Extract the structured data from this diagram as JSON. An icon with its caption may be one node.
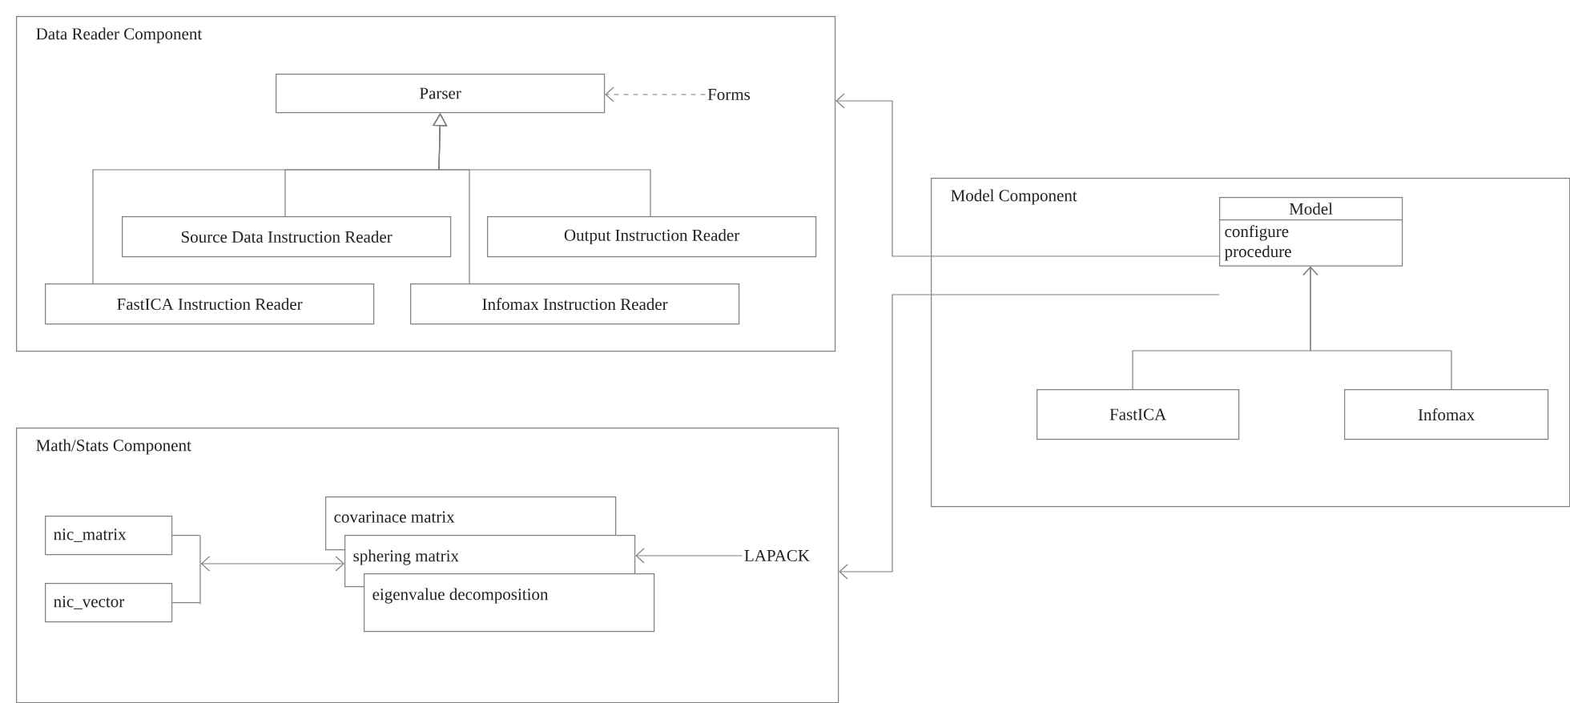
{
  "diagram": {
    "nodes": [
      {
        "text": [
          "Data Reader Component"
        ]
      },
      {
        "text": [
          "Parser"
        ],
        "in": 0
      },
      {
        "text": [
          "Forms"
        ],
        "in": 0
      },
      {
        "text": [
          "Source Data Instruction Reader"
        ],
        "in": 0
      },
      {
        "text": [
          "Output Instruction Reader"
        ],
        "in": 0
      },
      {
        "text": [
          "FastICA Instruction Reader"
        ],
        "in": 0
      },
      {
        "text": [
          "Infomax Instruction Reader"
        ],
        "in": 0
      },
      {
        "text": [
          "Model Component"
        ]
      },
      {
        "text": [
          "Model",
          "configure",
          "procedure"
        ],
        "in": 7
      },
      {
        "text": [
          "FastICA"
        ],
        "in": 7
      },
      {
        "text": [
          "Infomax"
        ],
        "in": 7
      },
      {
        "text": [
          "Math/Stats Component"
        ]
      },
      {
        "text": [
          "nic_matrix"
        ],
        "in": 11
      },
      {
        "text": [
          "nic_vector"
        ],
        "in": 11
      },
      {
        "text": [
          "covarinace matrix"
        ],
        "in": 11
      },
      {
        "text": [
          "sphering matrix"
        ],
        "in": 11
      },
      {
        "text": [
          "eigenvalue decomposition"
        ],
        "in": 11
      },
      {
        "text": [
          "LAPACK"
        ],
        "in": 11
      },
      {
        "text": [],
        "shape": "bar",
        "in": 11
      }
    ],
    "edges": [
      {
        "from": 2,
        "to": 1,
        "arrow": "to",
        "style": "dashed"
      },
      {
        "from": 3,
        "to": 1,
        "arrow": "to"
      },
      {
        "from": 4,
        "to": 1,
        "arrow": "to"
      },
      {
        "from": 5,
        "to": 1,
        "arrow": "to"
      },
      {
        "from": 6,
        "to": 1,
        "arrow": "to"
      },
      {
        "from": 9,
        "to": 8,
        "arrow": "to"
      },
      {
        "from": 10,
        "to": 8,
        "arrow": "to"
      },
      {
        "from": 8,
        "to": 0,
        "arrow": "to"
      },
      {
        "from": 8,
        "to": 11,
        "arrow": "to"
      },
      {
        "from": 12,
        "to": 18,
        "arrow": "none"
      },
      {
        "from": 13,
        "to": 18,
        "arrow": "none"
      },
      {
        "from": 17,
        "to": 15,
        "arrow": "to"
      },
      {
        "from": 18,
        "to": 15,
        "arrow": "both"
      }
    ]
  }
}
